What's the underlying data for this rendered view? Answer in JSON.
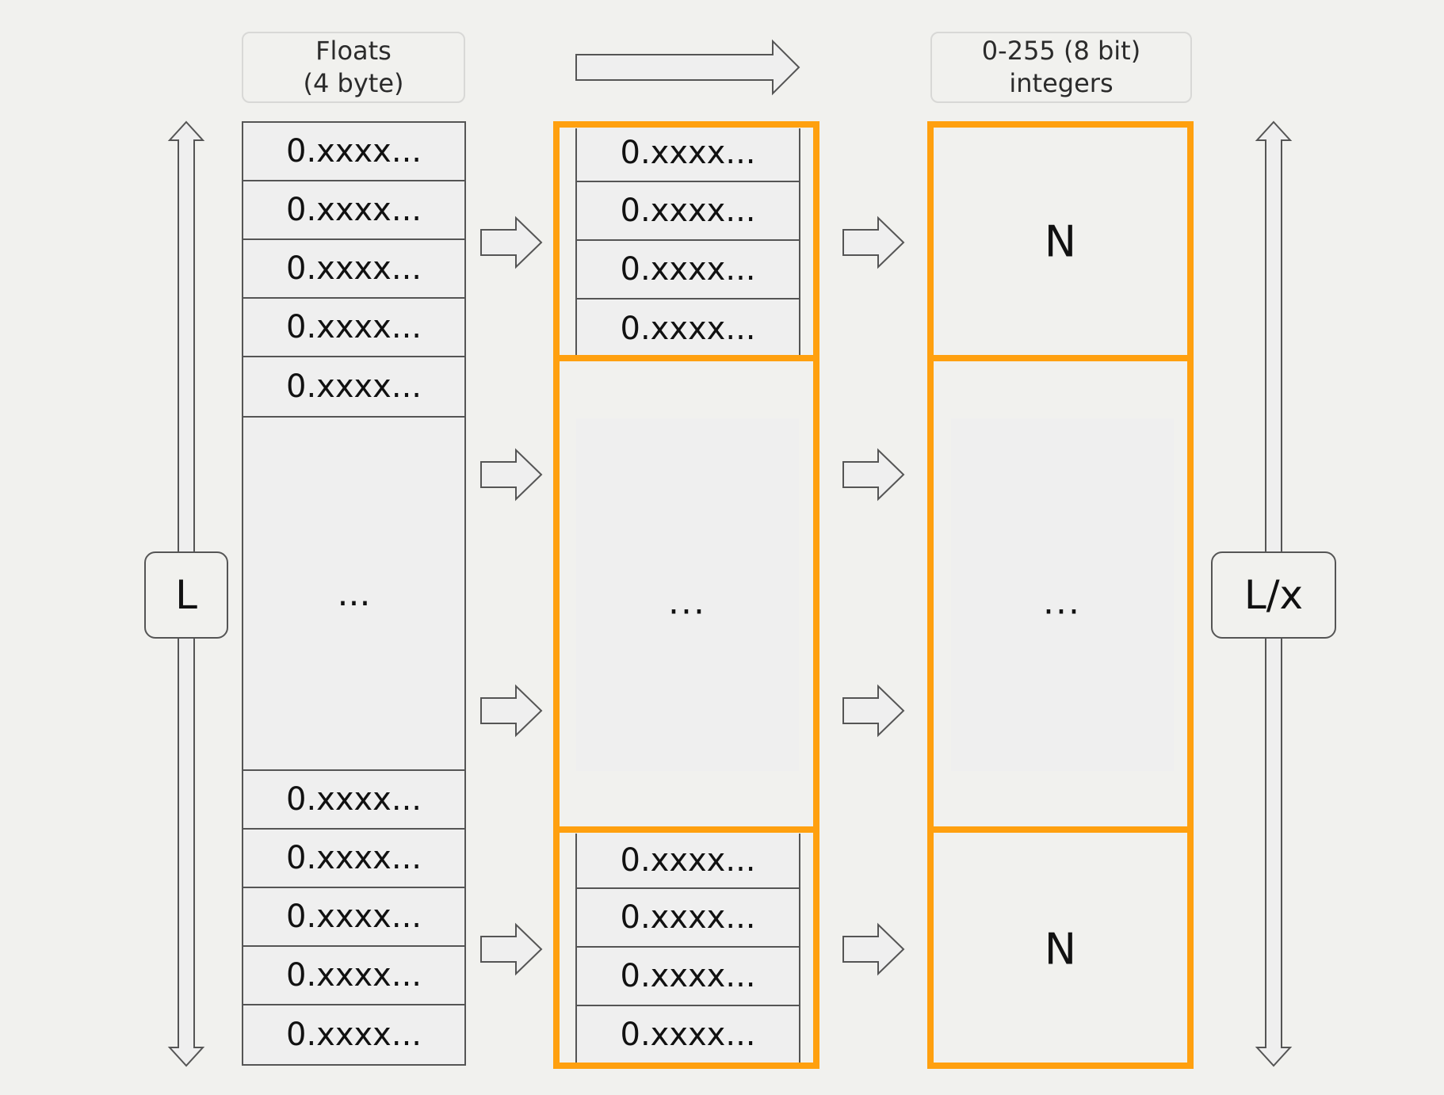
{
  "headers": {
    "left_line1": "Floats",
    "left_line2": "(4 byte)",
    "right_line1": "0-255 (8 bit)",
    "right_line2": "integers"
  },
  "float_cell": "0.xxxx...",
  "ellipsis": "...",
  "quantized_value": "N",
  "dimension_labels": {
    "input": "L",
    "output": "L/x"
  },
  "colors": {
    "group_frame": "#ffa00f",
    "cell_fill": "#efefef",
    "stroke": "#555555",
    "background": "#f1f1ee"
  },
  "icons": {
    "flow": "right-arrow-icon",
    "dimension": "double-headed-vertical-arrow-icon"
  }
}
